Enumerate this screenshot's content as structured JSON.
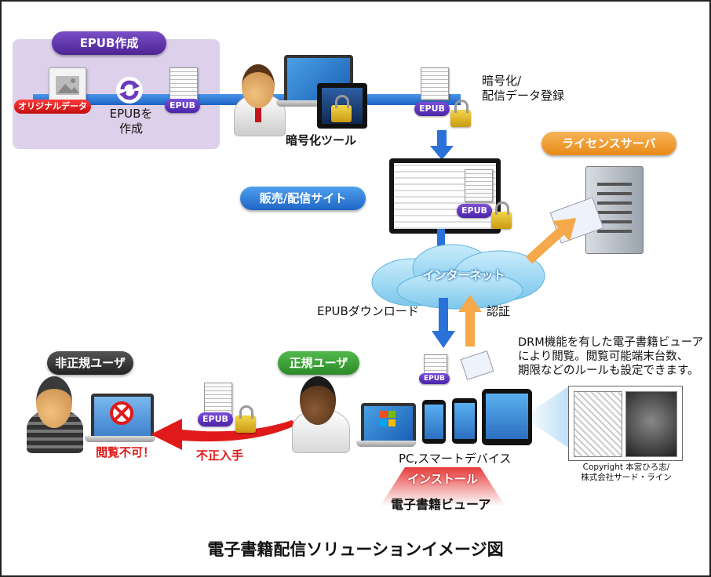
{
  "title": "電子書籍配信ソリューションイメージ図",
  "labels": {
    "epub_create_header": "EPUB作成",
    "original_data": "オリジナルデータ",
    "epub_create_step": "EPUBを\n作成",
    "epub": "EPUB",
    "encrypt_tool": "暗号化ツール",
    "encrypt_register": "暗号化/\n配信データ登録",
    "license_server": "ライセンスサーバ",
    "sales_site": "販売/配信サイト",
    "internet": "インターネット",
    "epub_download": "EPUBダウンロード",
    "auth": "認証",
    "drm_note": "DRM機能を有した電子書籍ビューア\nにより閲覧。閲覧可能端末台数、\n期限などのルールも設定できます。",
    "illegal_user": "非正規ユーザ",
    "legit_user": "正規ユーザ",
    "cannot_view": "閲覧不可！",
    "illegal_obtain": "不正入手",
    "pc_smart": "PC,スマートデバイス",
    "install": "インストール",
    "ebook_viewer": "電子書籍ビューア",
    "copyright": "Copyright 本宮ひろ志/\n株式会社サード・ライン"
  },
  "colors": {
    "purple_pill": "#5a2ea6",
    "blue_pill": "#2f7fd6",
    "orange_pill": "#f0a33a",
    "dark_pill": "#3a3a3a",
    "green_pill": "#3aa036",
    "red_arrow": "#e01a1a",
    "blue_arrow": "#2a72d8",
    "orange_arrow": "#f5a94a",
    "purple_box": "#ddd0ea"
  }
}
